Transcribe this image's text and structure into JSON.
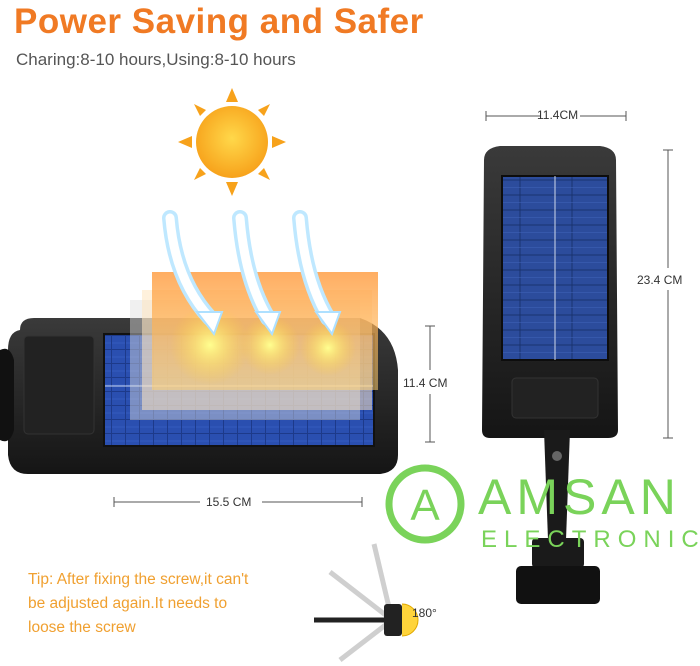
{
  "header": {
    "title": "Power Saving and Safer",
    "subtitle": "Charing:8-10 hours,Using:8-10 hours"
  },
  "dimensions": {
    "panel_width": "11.4CM",
    "panel_height": "23.4 CM",
    "lamp_depth": "11.4 CM",
    "lamp_length": "15.5 CM",
    "rotation": "180°"
  },
  "logo": {
    "line1": "AMSAN",
    "line2": "ELECTRONICS",
    "mark": "A",
    "color": "#7ad35a"
  },
  "tip": {
    "line1": "Tip: After fixing the screw,it can't",
    "line2": " be adjusted again.It needs to",
    "line3": "loose the screw"
  },
  "colors": {
    "accent": "#f07a24",
    "tip": "#f0a030",
    "sun": "#f7a21b"
  },
  "icons": [
    "sun-icon",
    "sunlight-arrow-icon",
    "rotation-icon"
  ]
}
